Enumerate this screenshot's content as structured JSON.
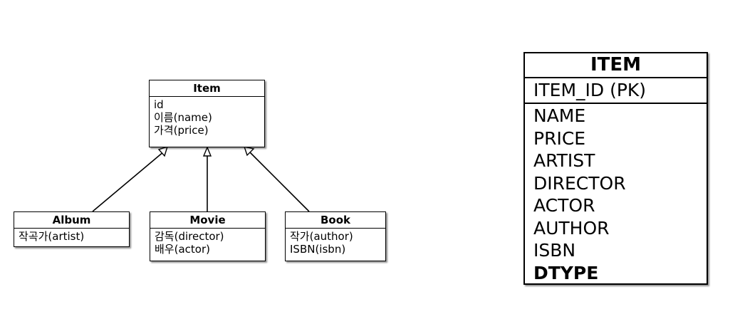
{
  "class_diagram": {
    "parent": {
      "name": "Item",
      "attributes": [
        "id",
        "이름(name)",
        "가격(price)"
      ]
    },
    "children": [
      {
        "name": "Album",
        "attributes": [
          "작곡가(artist)"
        ]
      },
      {
        "name": "Movie",
        "attributes": [
          "감독(director)",
          "배우(actor)"
        ]
      },
      {
        "name": "Book",
        "attributes": [
          "작가(author)",
          "ISBN(isbn)"
        ]
      }
    ]
  },
  "table": {
    "name": "ITEM",
    "primary_key": "ITEM_ID (PK)",
    "columns": [
      "NAME",
      "PRICE",
      "ARTIST",
      "DIRECTOR",
      "ACTOR",
      "AUTHOR",
      "ISBN"
    ],
    "discriminator": "DTYPE"
  }
}
